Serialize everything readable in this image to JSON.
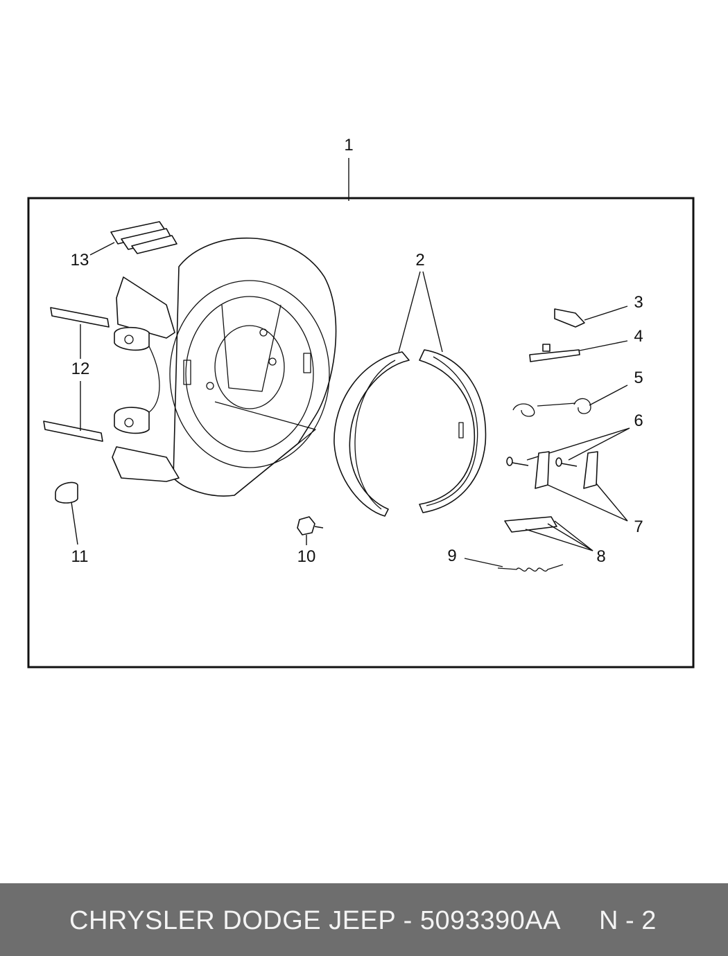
{
  "diagram": {
    "callouts": [
      "1",
      "2",
      "3",
      "4",
      "5",
      "6",
      "7",
      "8",
      "9",
      "10",
      "11",
      "12",
      "13"
    ]
  },
  "footer": {
    "title": "CHRYSLER DODGE JEEP - 5093390AA",
    "page": "N - 2"
  }
}
